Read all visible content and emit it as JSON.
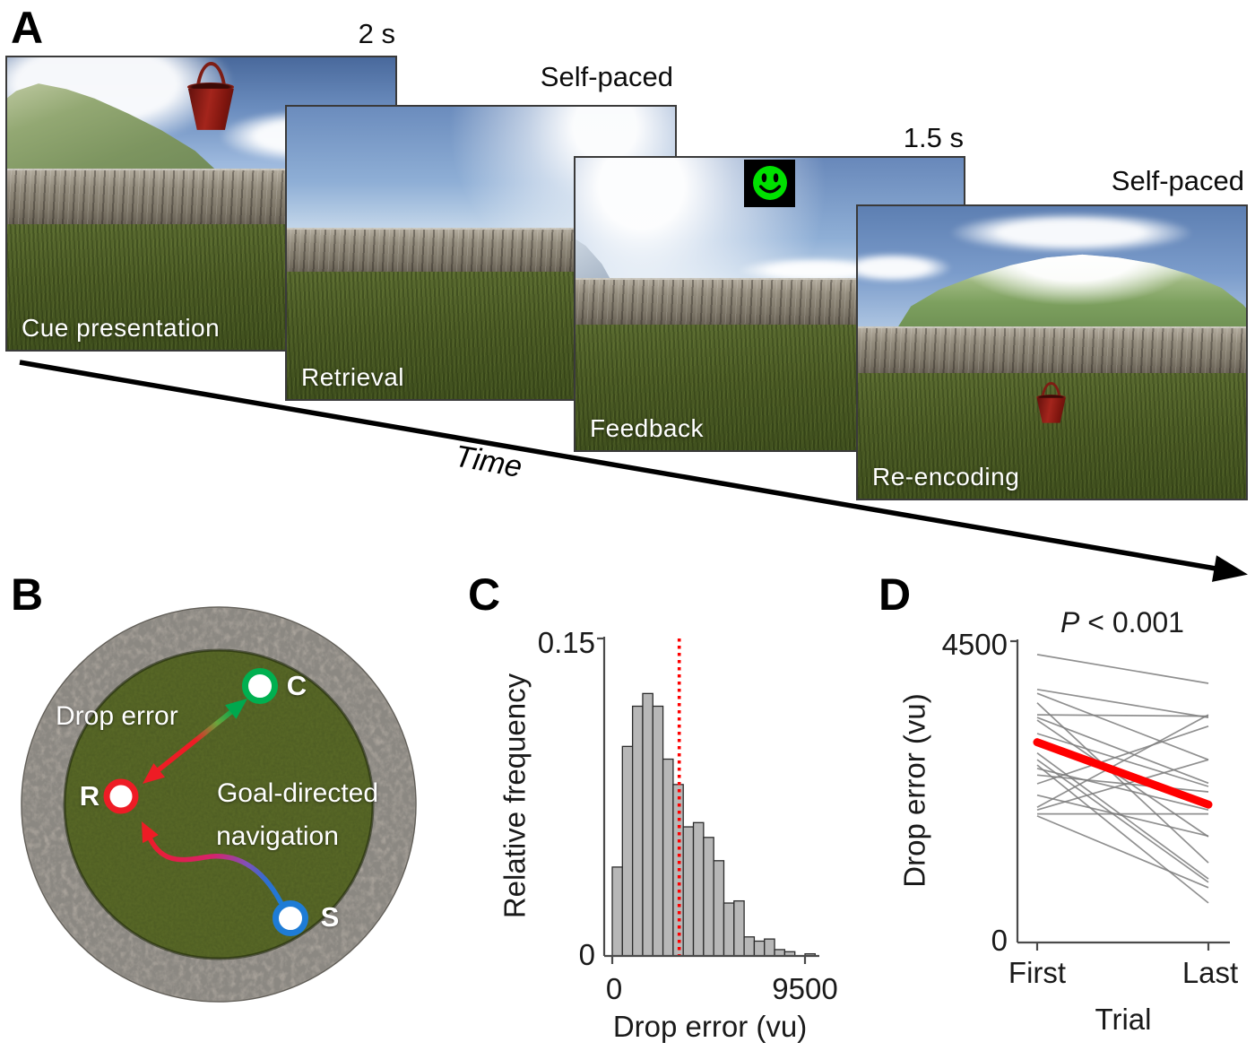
{
  "figure": {
    "panel_a": {
      "letter": "A",
      "time_axis_label": "Time",
      "frames": [
        {
          "name": "Cue presentation",
          "duration": "2 s"
        },
        {
          "name": "Retrieval",
          "duration": "Self-paced"
        },
        {
          "name": "Feedback",
          "duration": "1.5 s"
        },
        {
          "name": "Re-encoding",
          "duration": "Self-paced"
        }
      ]
    },
    "panel_b": {
      "letter": "B",
      "annotations": {
        "drop_error": "Drop error",
        "goal_line1": "Goal-directed",
        "goal_line2": "navigation"
      },
      "points": [
        {
          "label": "C",
          "ring_color": "#00b050"
        },
        {
          "label": "R",
          "ring_color": "#ee1c25"
        },
        {
          "label": "S",
          "ring_color": "#1e7cd6"
        }
      ]
    },
    "panel_c": {
      "letter": "C"
    },
    "panel_d": {
      "letter": "D",
      "p_value_italic": "P",
      "p_value_rest": " < 0.001"
    }
  },
  "chart_data": [
    {
      "type": "bar",
      "panel": "C",
      "title": "",
      "ylabel": "Relative frequency",
      "xlabel": "Drop error (vu)",
      "ylim": [
        0,
        0.15
      ],
      "xlim": [
        0,
        10000
      ],
      "y_tick_labels": [
        "0",
        "0.15"
      ],
      "x_tick_labels": [
        "0",
        "9500"
      ],
      "x_ticks": [
        0,
        9500
      ],
      "bin_width": 500,
      "values": [
        0.042,
        0.099,
        0.118,
        0.124,
        0.118,
        0.093,
        0.081,
        0.061,
        0.063,
        0.056,
        0.045,
        0.025,
        0.026,
        0.009,
        0.007,
        0.008,
        0.003,
        0.002,
        0,
        0.001
      ],
      "chance_line_x": 3300,
      "bar_fill": "#b7b7b7",
      "bar_stroke": "#2b2b2b",
      "chance_line_color": "#ff0000",
      "grid": false
    },
    {
      "type": "line",
      "panel": "D",
      "title": "P < 0.001",
      "xlabel": "Trial",
      "ylabel": "Drop error (vu)",
      "categories": [
        "First",
        "Last"
      ],
      "ylim": [
        0,
        4500
      ],
      "y_tick_labels": [
        "0",
        "4500"
      ],
      "mean_series": {
        "name": "group-mean",
        "color": "#ff0000",
        "values": [
          2990,
          2060
        ]
      },
      "participant_color": "#7d7d7d",
      "participants": [
        [
          4300,
          3870
        ],
        [
          3780,
          3360
        ],
        [
          3720,
          2730
        ],
        [
          3580,
          1190
        ],
        [
          3400,
          3380
        ],
        [
          3360,
          2380
        ],
        [
          3320,
          1580
        ],
        [
          3120,
          2330
        ],
        [
          2830,
          950
        ],
        [
          2730,
          900
        ],
        [
          2650,
          590
        ],
        [
          2600,
          1980
        ],
        [
          2370,
          3230
        ],
        [
          2200,
          1590
        ],
        [
          2020,
          3400
        ],
        [
          1980,
          2730
        ],
        [
          1920,
          1920
        ],
        [
          1890,
          820
        ],
        [
          2500,
          2250
        ]
      ],
      "grid": false
    }
  ]
}
